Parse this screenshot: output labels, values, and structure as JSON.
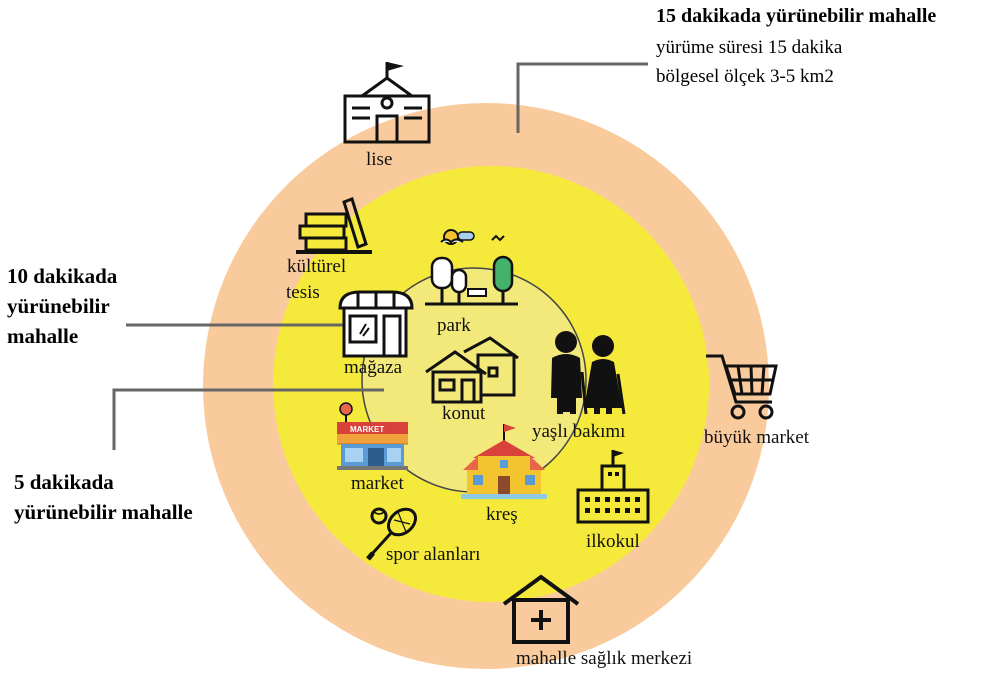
{
  "colors": {
    "outer_ring": "#f9cb9c",
    "middle_ring": "#f5ea3c",
    "inner_ring": "#f2e97a",
    "line": "#666666",
    "icon": "#111111"
  },
  "legends": {
    "walk15": {
      "title": "15 dakikada yürünebilir mahalle",
      "line1": "yürüme süresi 15 dakika",
      "line2": "bölgesel ölçek 3-5 km2"
    },
    "walk10": {
      "line1": "10 dakikada",
      "line2": "yürünebilir",
      "line3": "mahalle"
    },
    "walk5": {
      "line1": "5 dakikada",
      "line2": "yürünebilir mahalle"
    }
  },
  "amenities": {
    "lise": "lise",
    "kulturel_line1": "kültürel",
    "kulturel_line2": "tesis",
    "park": "park",
    "magaza": "mağaza",
    "konut": "konut",
    "yasli_bakimi": "yaşlı bakımı",
    "buyuk_market": "büyük market",
    "market": "market",
    "market_sign": "MARKET",
    "kres": "kreş",
    "ilkokul": "ilkokul",
    "spor_alanlari": "spor alanları",
    "saglik_merkezi": "mahalle sağlık merkezi"
  }
}
